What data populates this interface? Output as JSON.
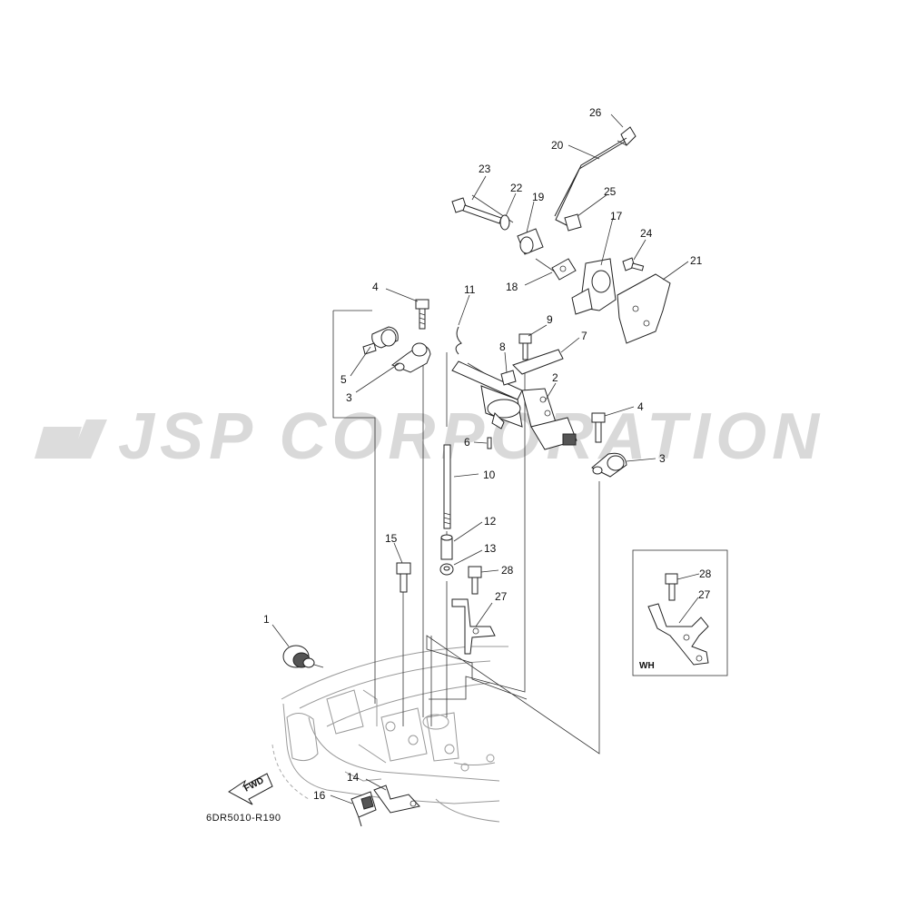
{
  "watermark": "JSP CORPORATION",
  "reference_code": "6DR5010-R190",
  "direction_arrow": "FWD",
  "inset_label": "WH",
  "labels": {
    "p1": "1",
    "p2": "2",
    "p3a": "3",
    "p3b": "3",
    "p4a": "4",
    "p4b": "4",
    "p5": "5",
    "p6": "6",
    "p7": "7",
    "p8": "8",
    "p9": "9",
    "p10": "10",
    "p11": "11",
    "p12": "12",
    "p13": "13",
    "p14": "14",
    "p15": "15",
    "p16": "16",
    "p17": "17",
    "p18": "18",
    "p19": "19",
    "p20": "20",
    "p21": "21",
    "p22": "22",
    "p23": "23",
    "p24": "24",
    "p25": "25",
    "p26": "26",
    "p27a": "27",
    "p28a": "28",
    "p27b": "27",
    "p28b": "28"
  }
}
